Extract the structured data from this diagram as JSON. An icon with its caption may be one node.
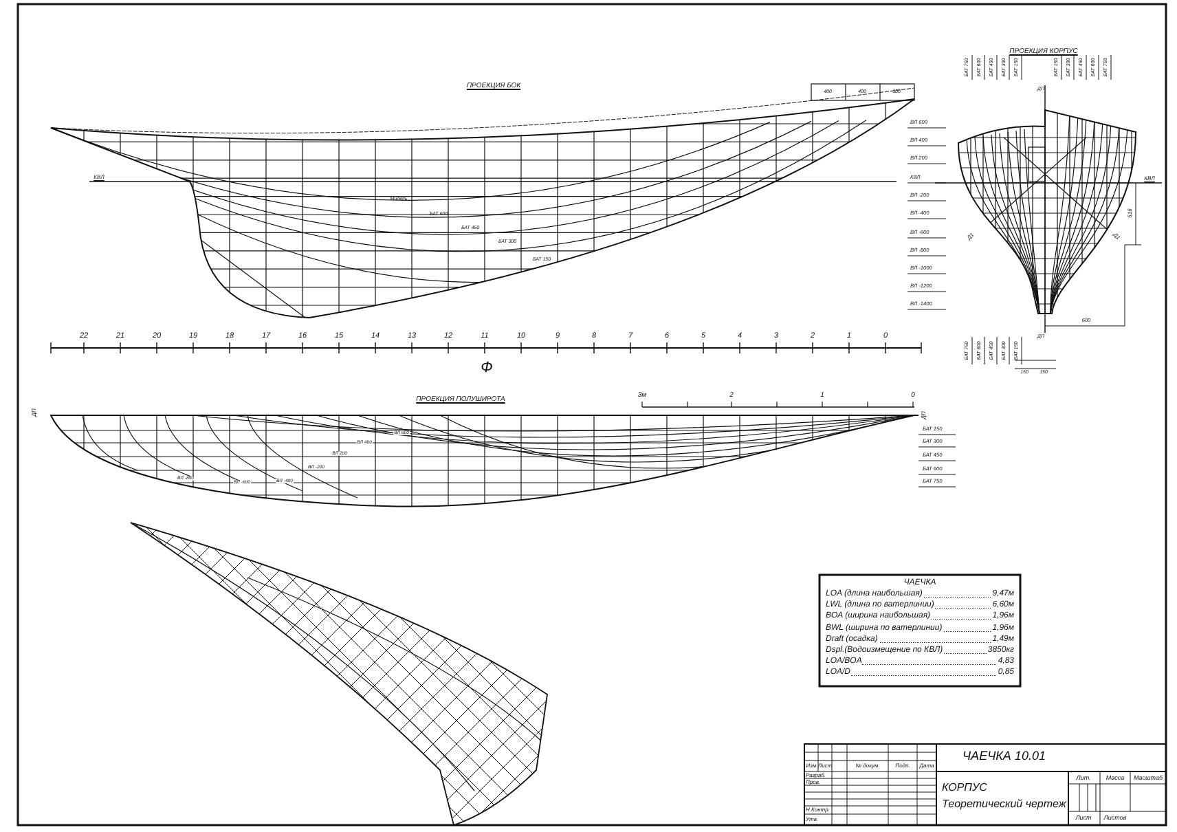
{
  "diagram": {
    "labels": [
      "ПРОЕКЦИЯ БОК",
      "400",
      "400",
      "300",
      "КВЛ",
      "Мидель",
      "БАТ 600",
      "БАТ 450",
      "БАТ 300",
      "БАТ 150",
      "ВЛ 600",
      "ВЛ 400",
      "ВЛ 200",
      "КВЛ",
      "ВЛ -200",
      "ВЛ -400",
      "ВЛ -600",
      "ВЛ -800",
      "ВЛ -1000",
      "ВЛ -1200",
      "ВЛ -1400",
      "22",
      "21",
      "20",
      "19",
      "18",
      "17",
      "16",
      "15",
      "14",
      "13",
      "12",
      "11",
      "10",
      "9",
      "8",
      "7",
      "6",
      "5",
      "4",
      "3",
      "2",
      "1",
      "0",
      "Ф",
      "ПРОЕКЦИЯ КОРПУС",
      "БАТ 750",
      "БАТ 600",
      "БАТ 450",
      "БАТ 300",
      "БАТ 150",
      "БАТ 150",
      "БАТ 300",
      "БАТ 450",
      "БАТ 600",
      "БАТ 750",
      "ДП",
      "Д1",
      "Д1",
      "КВЛ",
      "516",
      "600",
      "ДП",
      "БАТ 750",
      "БАТ 600",
      "БАТ 450",
      "БАТ 300",
      "БАТ 150",
      "150",
      "150",
      "ПРОЕКЦИЯ ПОЛУШИРОТА",
      "3м",
      "2",
      "1",
      "0",
      "ДП",
      "ДП",
      "БАТ 150",
      "БАТ 300",
      "БАТ 450",
      "БАТ 600",
      "БАТ 750",
      "ВЛ 600",
      "ВЛ 400",
      "ВЛ 200",
      "ВЛ -200",
      "ВЛ -400",
      "ВЛ -600",
      "ВЛ -800",
      "ЧАЕЧКА",
      "LOA (длина наибольшая)",
      "9,47м",
      "LWL (длина по ватерлинии)",
      "6,60м",
      "BOA (ширина наибольшая)",
      "1,96м",
      "BWL (ширина по ватерлинии)",
      "1,96м",
      "Draft (осадка)",
      "1,49м",
      "Dspl.(Водоизмещение по КВЛ)",
      "3850кг",
      "LOA/BOA",
      "4,83",
      "LOA/D",
      "0,85",
      "Изм",
      "Лист",
      "№ докум.",
      "Подп.",
      "Дата",
      "Разраб.",
      "Пров.",
      "Н.Контр.",
      "Утв.",
      "ЧАЕЧКА 10.01",
      "КОРПУС",
      "Теоретический чертеж",
      "Лит.",
      "Масса",
      "Масштаб",
      "Лист",
      "Листов"
    ]
  }
}
